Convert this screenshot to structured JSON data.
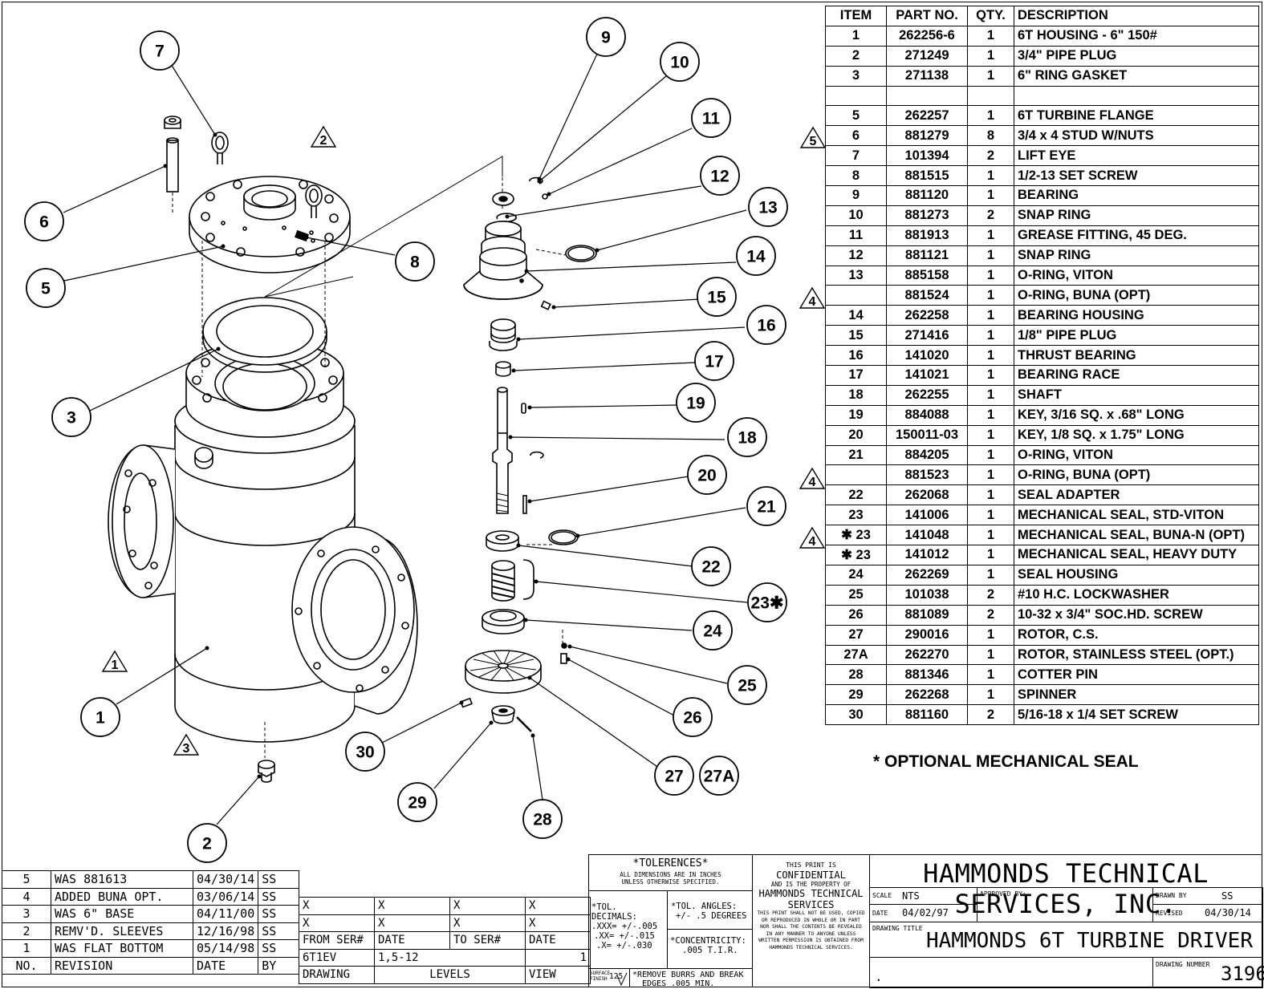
{
  "bubbles": [
    "7",
    "9",
    "10",
    "11",
    "12",
    "13",
    "14",
    "15",
    "16",
    "17",
    "19",
    "18",
    "20",
    "21",
    "22",
    "23✱",
    "24",
    "25",
    "26",
    "27",
    "27A",
    "28",
    "29",
    "30",
    "6",
    "5",
    "8",
    "3",
    "1",
    "2"
  ],
  "delta_labels": [
    "2",
    "1",
    "3",
    "5",
    "4",
    "4",
    "4"
  ],
  "bom": {
    "headers": {
      "item": "ITEM",
      "part": "PART NO.",
      "qty": "QTY.",
      "desc": "DESCRIPTION"
    },
    "rows": [
      {
        "item": "1",
        "part": "262256-6",
        "qty": "1",
        "desc": "6T HOUSING - 6\" 150#"
      },
      {
        "item": "2",
        "part": "271249",
        "qty": "1",
        "desc": "3/4\" PIPE PLUG"
      },
      {
        "item": "3",
        "part": "271138",
        "qty": "1",
        "desc": "6\" RING GASKET"
      },
      {
        "item": "",
        "part": "",
        "qty": "",
        "desc": ""
      },
      {
        "item": "5",
        "part": "262257",
        "qty": "1",
        "desc": "6T TURBINE FLANGE"
      },
      {
        "item": "6",
        "part": "881279",
        "qty": "8",
        "desc": "3/4 x 4 STUD W/NUTS"
      },
      {
        "item": "7",
        "part": "101394",
        "qty": "2",
        "desc": "LIFT EYE"
      },
      {
        "item": "8",
        "part": "881515",
        "qty": "1",
        "desc": "1/2-13 SET SCREW"
      },
      {
        "item": "9",
        "part": "881120",
        "qty": "1",
        "desc": "BEARING"
      },
      {
        "item": "10",
        "part": "881273",
        "qty": "2",
        "desc": "SNAP RING"
      },
      {
        "item": "11",
        "part": "881913",
        "qty": "1",
        "desc": "GREASE FITTING, 45 DEG."
      },
      {
        "item": "12",
        "part": "881121",
        "qty": "1",
        "desc": "SNAP RING"
      },
      {
        "item": "13",
        "part": "885158",
        "qty": "1",
        "desc": "O-RING, VITON"
      },
      {
        "item": "",
        "part": "881524",
        "qty": "1",
        "desc": "O-RING, BUNA (OPT)"
      },
      {
        "item": "14",
        "part": "262258",
        "qty": "1",
        "desc": "BEARING HOUSING"
      },
      {
        "item": "15",
        "part": "271416",
        "qty": "1",
        "desc": "1/8\" PIPE PLUG"
      },
      {
        "item": "16",
        "part": "141020",
        "qty": "1",
        "desc": "THRUST BEARING"
      },
      {
        "item": "17",
        "part": "141021",
        "qty": "1",
        "desc": "BEARING RACE"
      },
      {
        "item": "18",
        "part": "262255",
        "qty": "1",
        "desc": "SHAFT"
      },
      {
        "item": "19",
        "part": "884088",
        "qty": "1",
        "desc": "KEY, 3/16 SQ. x .68\" LONG"
      },
      {
        "item": "20",
        "part": "150011-03",
        "qty": "1",
        "desc": "KEY, 1/8 SQ. x 1.75\" LONG"
      },
      {
        "item": "21",
        "part": "884205",
        "qty": "1",
        "desc": "O-RING, VITON"
      },
      {
        "item": "",
        "part": "881523",
        "qty": "1",
        "desc": "O-RING, BUNA (OPT)"
      },
      {
        "item": "22",
        "part": "262068",
        "qty": "1",
        "desc": "SEAL ADAPTER"
      },
      {
        "item": "23",
        "part": "141006",
        "qty": "1",
        "desc": "MECHANICAL SEAL, STD-VITON"
      },
      {
        "item": "✱ 23",
        "part": "141048",
        "qty": "1",
        "desc": "MECHANICAL SEAL, BUNA-N (OPT)"
      },
      {
        "item": "✱ 23",
        "part": "141012",
        "qty": "1",
        "desc": "MECHANICAL SEAL, HEAVY DUTY"
      },
      {
        "item": "24",
        "part": "262269",
        "qty": "1",
        "desc": "SEAL HOUSING"
      },
      {
        "item": "25",
        "part": "101038",
        "qty": "2",
        "desc": "#10 H.C. LOCKWASHER"
      },
      {
        "item": "26",
        "part": "881089",
        "qty": "2",
        "desc": "10-32 x 3/4\" SOC.HD. SCREW"
      },
      {
        "item": "27",
        "part": "290016",
        "qty": "1",
        "desc": "ROTOR, C.S."
      },
      {
        "item": "27A",
        "part": "262270",
        "qty": "1",
        "desc": "ROTOR, STAINLESS STEEL (OPT.)"
      },
      {
        "item": "28",
        "part": "881346",
        "qty": "1",
        "desc": "COTTER PIN"
      },
      {
        "item": "29",
        "part": "262268",
        "qty": "1",
        "desc": "SPINNER"
      },
      {
        "item": "30",
        "part": "881160",
        "qty": "2",
        "desc": "5/16-18 x 1/4 SET SCREW"
      }
    ]
  },
  "optional_note": "* OPTIONAL MECHANICAL SEAL",
  "revisions": [
    {
      "no": "5",
      "text": "WAS 881613",
      "date": "04/30/14",
      "by": "SS"
    },
    {
      "no": "4",
      "text": "ADDED BUNA OPT.",
      "date": "03/06/14",
      "by": "SS"
    },
    {
      "no": "3",
      "text": "WAS 6\" BASE",
      "date": "04/11/00",
      "by": "SS"
    },
    {
      "no": "2",
      "text": "REMV'D. SLEEVES",
      "date": "12/16/98",
      "by": "SS"
    },
    {
      "no": "1",
      "text": "WAS FLAT BOTTOM",
      "date": "05/14/98",
      "by": "SS"
    },
    {
      "no": "NO.",
      "text": "REVISION",
      "date": "DATE",
      "by": "BY"
    }
  ],
  "serial_table": {
    "x": "X",
    "from_ser": "FROM SER#",
    "date": "DATE",
    "to_ser": "TO SER#",
    "date2": "DATE",
    "drawing_val": "6T1EV",
    "levels_val": "1,5-12",
    "view_val": "1",
    "drawing": "DRAWING",
    "levels": "LEVELS",
    "view": "VIEW"
  },
  "tolerances": {
    "title": "*TOLERENCES*",
    "sub1": "ALL DIMENSIONS ARE IN INCHES",
    "sub2": "UNLESS OTHERWISE SPECIFIED.",
    "decimals_h": "*TOL. DECIMALS:",
    "d1": ".XXX= +/-.005",
    "d2": ".XX= +/-.015",
    "d3": ".X= +/-.030",
    "angles_h": "*TOL. ANGLES:",
    "angles_v": "+/- .5 DEGREES",
    "conc_h": "*CONCENTRICITY:",
    "conc_v": ".005 T.I.R.",
    "finish_l1": "SURFACE",
    "finish_l2": "FINISH",
    "finish_v": "125",
    "remove": "*REMOVE BURRS AND BREAK",
    "edges": "EDGES .005 MIN."
  },
  "confidential": {
    "l1": "THIS PRINT IS",
    "l2": "CONFIDENTIAL",
    "l3": "AND IS THE PROPERTY OF",
    "l4": "HAMMONDS TECHNICAL",
    "l5": "SERVICES",
    "l6": "THIS PRINT SHALL NOT BE USED, COPIED",
    "l7": "OR REPRODUCED IN WHOLE OR IN PART",
    "l8": "NOR SHALL THE CONTENTS BE REVEALED",
    "l9": "IN ANY MANNER TO ANYONE UNLESS",
    "l10": "WRITTEN PERMISSION IS OBTAINED FROM",
    "l11": "HAMMONDS TECHNICAL SERVICES."
  },
  "title_block": {
    "company": "HAMMONDS TECHNICAL SERVICES, INC.",
    "scale_label": "SCALE",
    "scale": "NTS",
    "approved_label": "APPROVED BY:",
    "drawn_label": "DRAWN BY",
    "drawn": "SS",
    "date_label": "DATE",
    "date": "04/02/97",
    "revised_label": "REVISED",
    "revised": "04/30/14",
    "title_label": "DRAWING TITLE",
    "title": "HAMMONDS 6T TURBINE DRIVER",
    "number_label": "DRAWING NUMBER",
    "number": "3196",
    "dot": "."
  }
}
